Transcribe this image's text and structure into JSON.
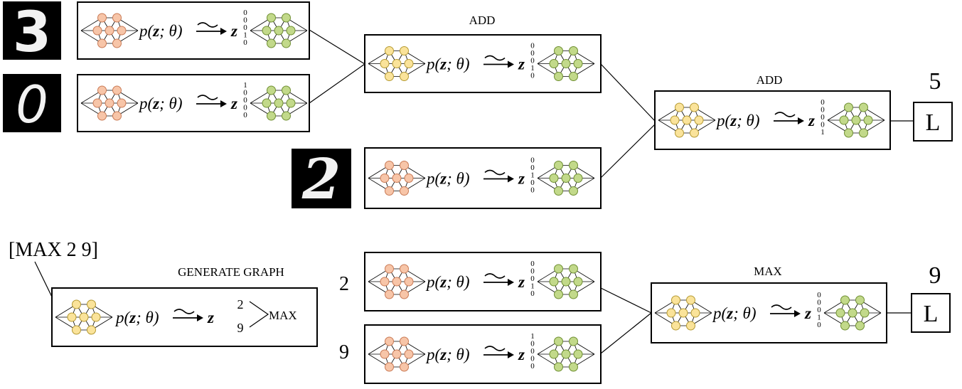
{
  "colors": {
    "encoder": "#f7c5a8",
    "encoder_stroke": "#c97a55",
    "inferencer": "#fae39a",
    "inferencer_stroke": "#b59a33",
    "decoder": "#c2d98a",
    "decoder_stroke": "#6f8f32"
  },
  "formula": {
    "p": "p(",
    "z": "z",
    "semi": "; ",
    "theta": "θ",
    "close": ")",
    "result": "z"
  },
  "modules": [
    {
      "id": "m1",
      "kind": "encoder",
      "code": [
        "0",
        "0",
        "0",
        "1",
        "0"
      ]
    },
    {
      "id": "m2",
      "kind": "encoder",
      "code": [
        "1",
        "0",
        "0",
        "0",
        "0"
      ]
    },
    {
      "id": "m3",
      "kind": "inferencer",
      "code": [
        "0",
        "0",
        "0",
        "1",
        "0"
      ]
    },
    {
      "id": "m4",
      "kind": "encoder",
      "code": [
        "0",
        "0",
        "1",
        "0",
        "0"
      ]
    },
    {
      "id": "m5",
      "kind": "inferencer",
      "code": [
        "0",
        "0",
        "0",
        "0",
        "1"
      ]
    },
    {
      "id": "m6",
      "kind": "encoder",
      "code": [
        "0",
        "0",
        "0",
        "1",
        "0"
      ]
    },
    {
      "id": "m7",
      "kind": "encoder",
      "code": [
        "1",
        "0",
        "0",
        "0",
        "0"
      ]
    },
    {
      "id": "m8",
      "kind": "inferencer",
      "code": [
        "0",
        "0",
        "0",
        "1",
        "0"
      ]
    }
  ],
  "labels": {
    "add_upper": "ADD",
    "add_right": "ADD",
    "max": "MAX",
    "generate_graph": "GENERATE GRAPH",
    "program": "[MAX 2 9]",
    "result_top": "5",
    "result_bottom": "9",
    "loss_top": "L",
    "loss_bottom": "L",
    "input_two": "2",
    "input_nine": "9"
  },
  "generator": {
    "arg1": "2",
    "arg2": "9",
    "op": "MAX"
  },
  "digits": {
    "d1": "3",
    "d2": "0",
    "d3": "2"
  }
}
